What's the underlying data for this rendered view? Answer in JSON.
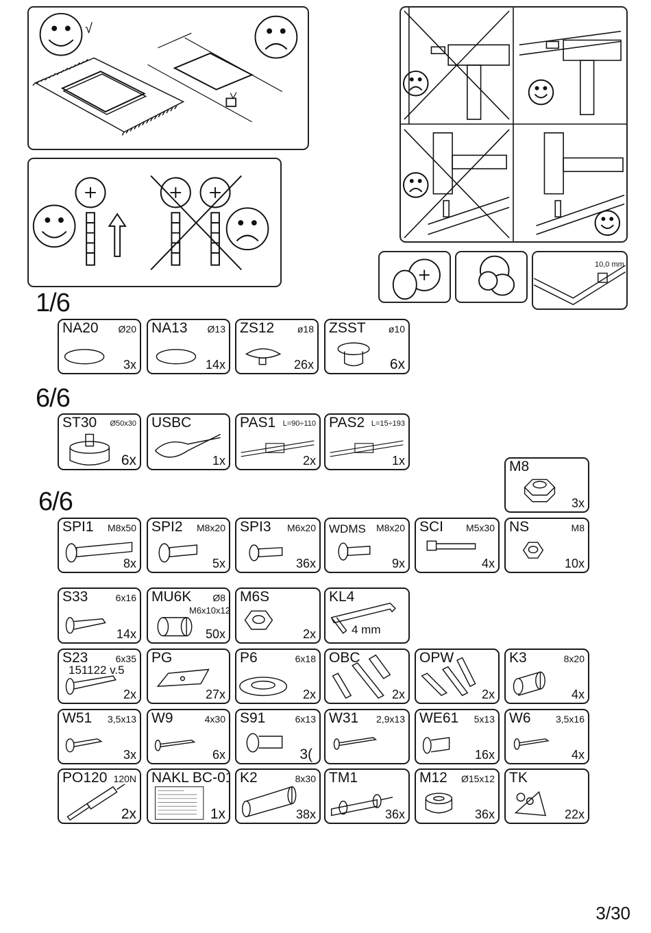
{
  "page": {
    "number": "3/30"
  },
  "groups": {
    "g1": "1/6",
    "g2": "6/6",
    "g3": "6/6"
  },
  "marks": {
    "check": "√",
    "depth": "10,0 mm"
  },
  "parts": [
    {
      "code": "NA20",
      "spec": "Ø20",
      "qty": "3x"
    },
    {
      "code": "NA13",
      "spec": "Ø13",
      "qty": "14x"
    },
    {
      "code": "ZS12",
      "spec": "ø18",
      "qty": "26x"
    },
    {
      "code": "ZSST",
      "spec": "ø10",
      "qty": "6x"
    },
    {
      "code": "ST30",
      "spec": "Ø50x30",
      "qty": "6x"
    },
    {
      "code": "USBC",
      "spec": "",
      "qty": "1x"
    },
    {
      "code": "PAS1",
      "spec": "L=90÷110",
      "qty": "2x"
    },
    {
      "code": "PAS2",
      "spec": "L=15÷193",
      "qty": "1x"
    },
    {
      "code": "M8",
      "spec": "",
      "qty": "3x"
    },
    {
      "code": "SPI1",
      "spec": "M8x50",
      "qty": "8x"
    },
    {
      "code": "SPI2",
      "spec": "M8x20",
      "qty": "5x"
    },
    {
      "code": "SPI3",
      "spec": "M6x20",
      "qty": "36x"
    },
    {
      "code": "WDMS",
      "spec": "M8x20",
      "qty": "9x"
    },
    {
      "code": "SCI",
      "spec": "M5x30",
      "qty": "4x"
    },
    {
      "code": "NS",
      "spec": "M8",
      "qty": "10x"
    },
    {
      "code": "S33",
      "spec": "6x16",
      "qty": "14x"
    },
    {
      "code": "MU6K",
      "spec": "Ø8",
      "qty": "50x",
      "extra": "M6x10x12"
    },
    {
      "code": "M6S",
      "spec": "",
      "qty": "2x"
    },
    {
      "code": "KL4",
      "spec": "",
      "qty": "",
      "extra": "4 mm"
    },
    {
      "code": "S23",
      "spec": "6x35",
      "qty": "2x",
      "extra": "151122  v.5"
    },
    {
      "code": "PG",
      "spec": "",
      "qty": "27x"
    },
    {
      "code": "P6",
      "spec": "6x18",
      "qty": "2x"
    },
    {
      "code": "OBC",
      "spec": "",
      "qty": "2x"
    },
    {
      "code": "OPW",
      "spec": "",
      "qty": "2x"
    },
    {
      "code": "K3",
      "spec": "8x20",
      "qty": "4x"
    },
    {
      "code": "W51",
      "spec": "3,5x13",
      "qty": "3x"
    },
    {
      "code": "W9",
      "spec": "4x30",
      "qty": "6x"
    },
    {
      "code": "S91",
      "spec": "6x13",
      "qty": "3("
    },
    {
      "code": "W31",
      "spec": "2,9x13",
      "qty": ""
    },
    {
      "code": "WE61",
      "spec": "5x13",
      "qty": "16x"
    },
    {
      "code": "W6",
      "spec": "3,5x16",
      "qty": "4x"
    },
    {
      "code": "PO120",
      "spec": "120N",
      "qty": "2x"
    },
    {
      "code": "NAKL BC-01",
      "spec": "",
      "qty": "1x"
    },
    {
      "code": "K2",
      "spec": "8x30",
      "qty": "38x"
    },
    {
      "code": "TM1",
      "spec": "",
      "qty": "36x"
    },
    {
      "code": "M12",
      "spec": "Ø15x12",
      "qty": "36x"
    },
    {
      "code": "TK",
      "spec": "",
      "qty": "22x"
    }
  ]
}
